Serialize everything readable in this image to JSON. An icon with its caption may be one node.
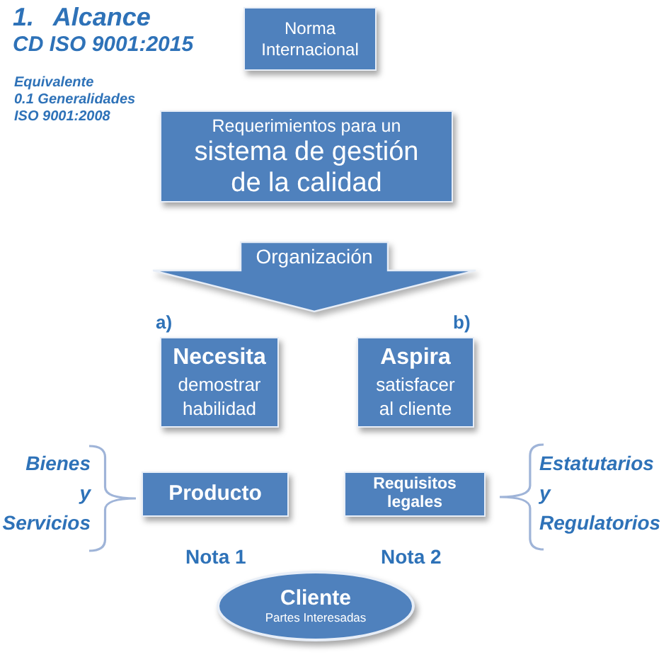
{
  "diagram": {
    "title": "1. Alcance",
    "nodes": [
      {
        "text": [
          "Norma Internacional"
        ]
      },
      {
        "text": [
          "Requerimientos para un",
          "sistema de gestión de la calidad"
        ]
      },
      {
        "text": [
          "Organización"
        ]
      },
      {
        "text": [
          "Necesita",
          "demostrar habilidad"
        ],
        "beside": [
          "a)"
        ]
      },
      {
        "text": [
          "Aspira",
          "satisfacer al cliente"
        ],
        "beside": [
          "b)"
        ]
      },
      {
        "text": [
          "Producto"
        ],
        "beside": [
          "Bienes y Servicios"
        ]
      },
      {
        "text": [
          "Requisitos legales"
        ],
        "beside": [
          "Estatutarios y Regulatorios"
        ]
      },
      {
        "text": [
          "Cliente",
          "Partes Interesadas"
        ]
      }
    ],
    "labels": [
      "CD ISO 9001:2015",
      "Equivalente",
      "0.1 Generalidades",
      "ISO 9001:2008",
      "Nota 1",
      "Nota 2"
    ]
  }
}
